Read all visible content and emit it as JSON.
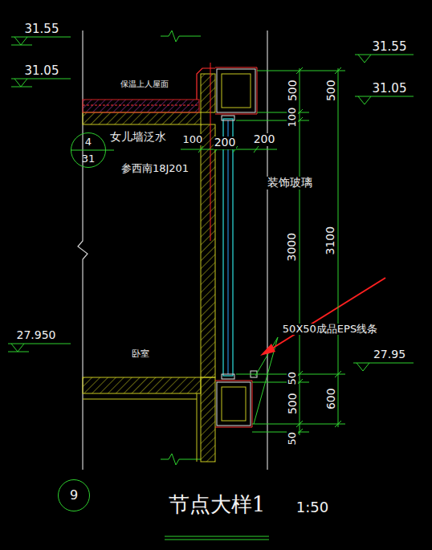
{
  "diagram": {
    "title": "节点大样1",
    "nodes": [
      {
        "text": [
          "4",
          "31"
        ]
      },
      {
        "text": [
          "9"
        ]
      }
    ],
    "labels": [
      "31.55",
      "31.05",
      "27.950",
      "31.55",
      "31.05",
      "27.95",
      "保温上人屋面",
      "女儿墙泛水",
      "参西南18J201",
      "100",
      "200",
      "200",
      "装饰玻璃",
      "500",
      "100",
      "3000",
      "50",
      "500",
      "50",
      "500",
      "3100",
      "600",
      "50X50成品EPS线条",
      "卧室",
      "1:50"
    ]
  }
}
